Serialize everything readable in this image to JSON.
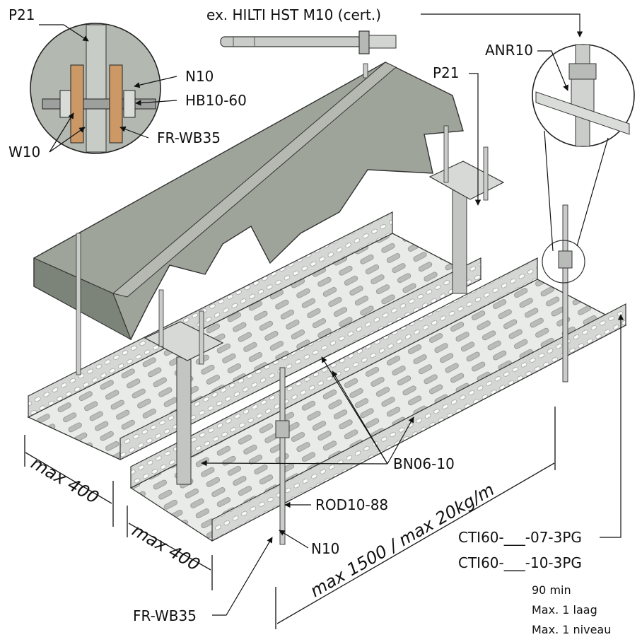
{
  "labels": {
    "anchor": "ex. HILTI HST M10 (cert.)",
    "p21_top_left": "P21",
    "p21_top_center": "P21",
    "anr10": "ANR10",
    "n10_detail": "N10",
    "hb10_60": "HB10-60",
    "fr_wb35_detail": "FR-WB35",
    "w10": "W10",
    "bn06_10": "BN06-10",
    "rod10_88": "ROD10-88",
    "n10_bottom": "N10",
    "fr_wb35_bottom": "FR-WB35"
  },
  "dimensions": {
    "width_left": "max 400",
    "width_front": "max 400",
    "span": "max 1500 / max 20kg/m"
  },
  "product_codes": {
    "code_07": "CTI60-___-07-3PG",
    "code_10": "CTI60-___-10-3PG"
  },
  "notes": {
    "fire_rating": "90 min",
    "layers": "Max. 1 laag",
    "levels": "Max. 1 niveau"
  },
  "colors": {
    "concrete": "#9ea49a",
    "concrete_dark": "#7c8378",
    "steel": "#c9ccc9",
    "steel_dark": "#8e918e",
    "tray_floor": "#e9ebe9"
  }
}
